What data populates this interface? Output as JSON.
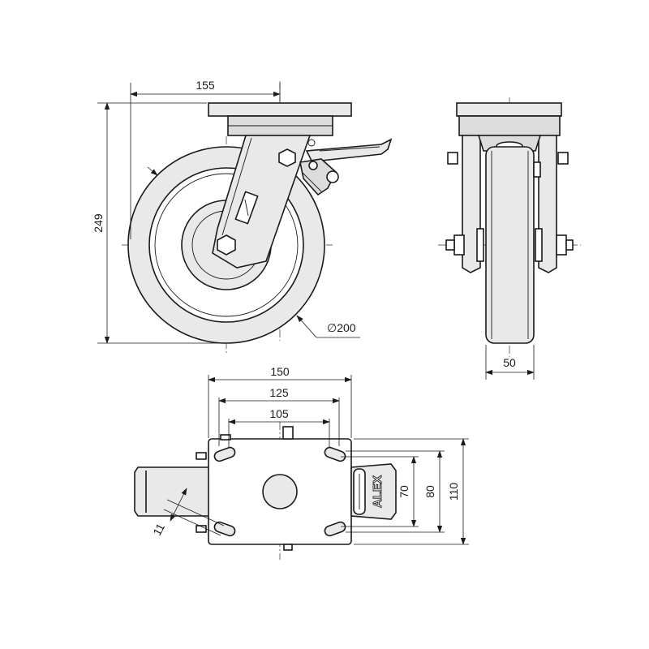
{
  "dimensions": {
    "side_width": "155",
    "side_height": "249",
    "wheel_diameter": "∅200",
    "wheel_width": "50",
    "plate_length": "150",
    "hole_spacing_outer": "125",
    "hole_spacing_inner": "105",
    "hole_spacing_width_inner": "70",
    "hole_spacing_width_outer": "80",
    "plate_width": "110",
    "slot_width": "11"
  },
  "brand": {
    "name": "ALEX"
  }
}
